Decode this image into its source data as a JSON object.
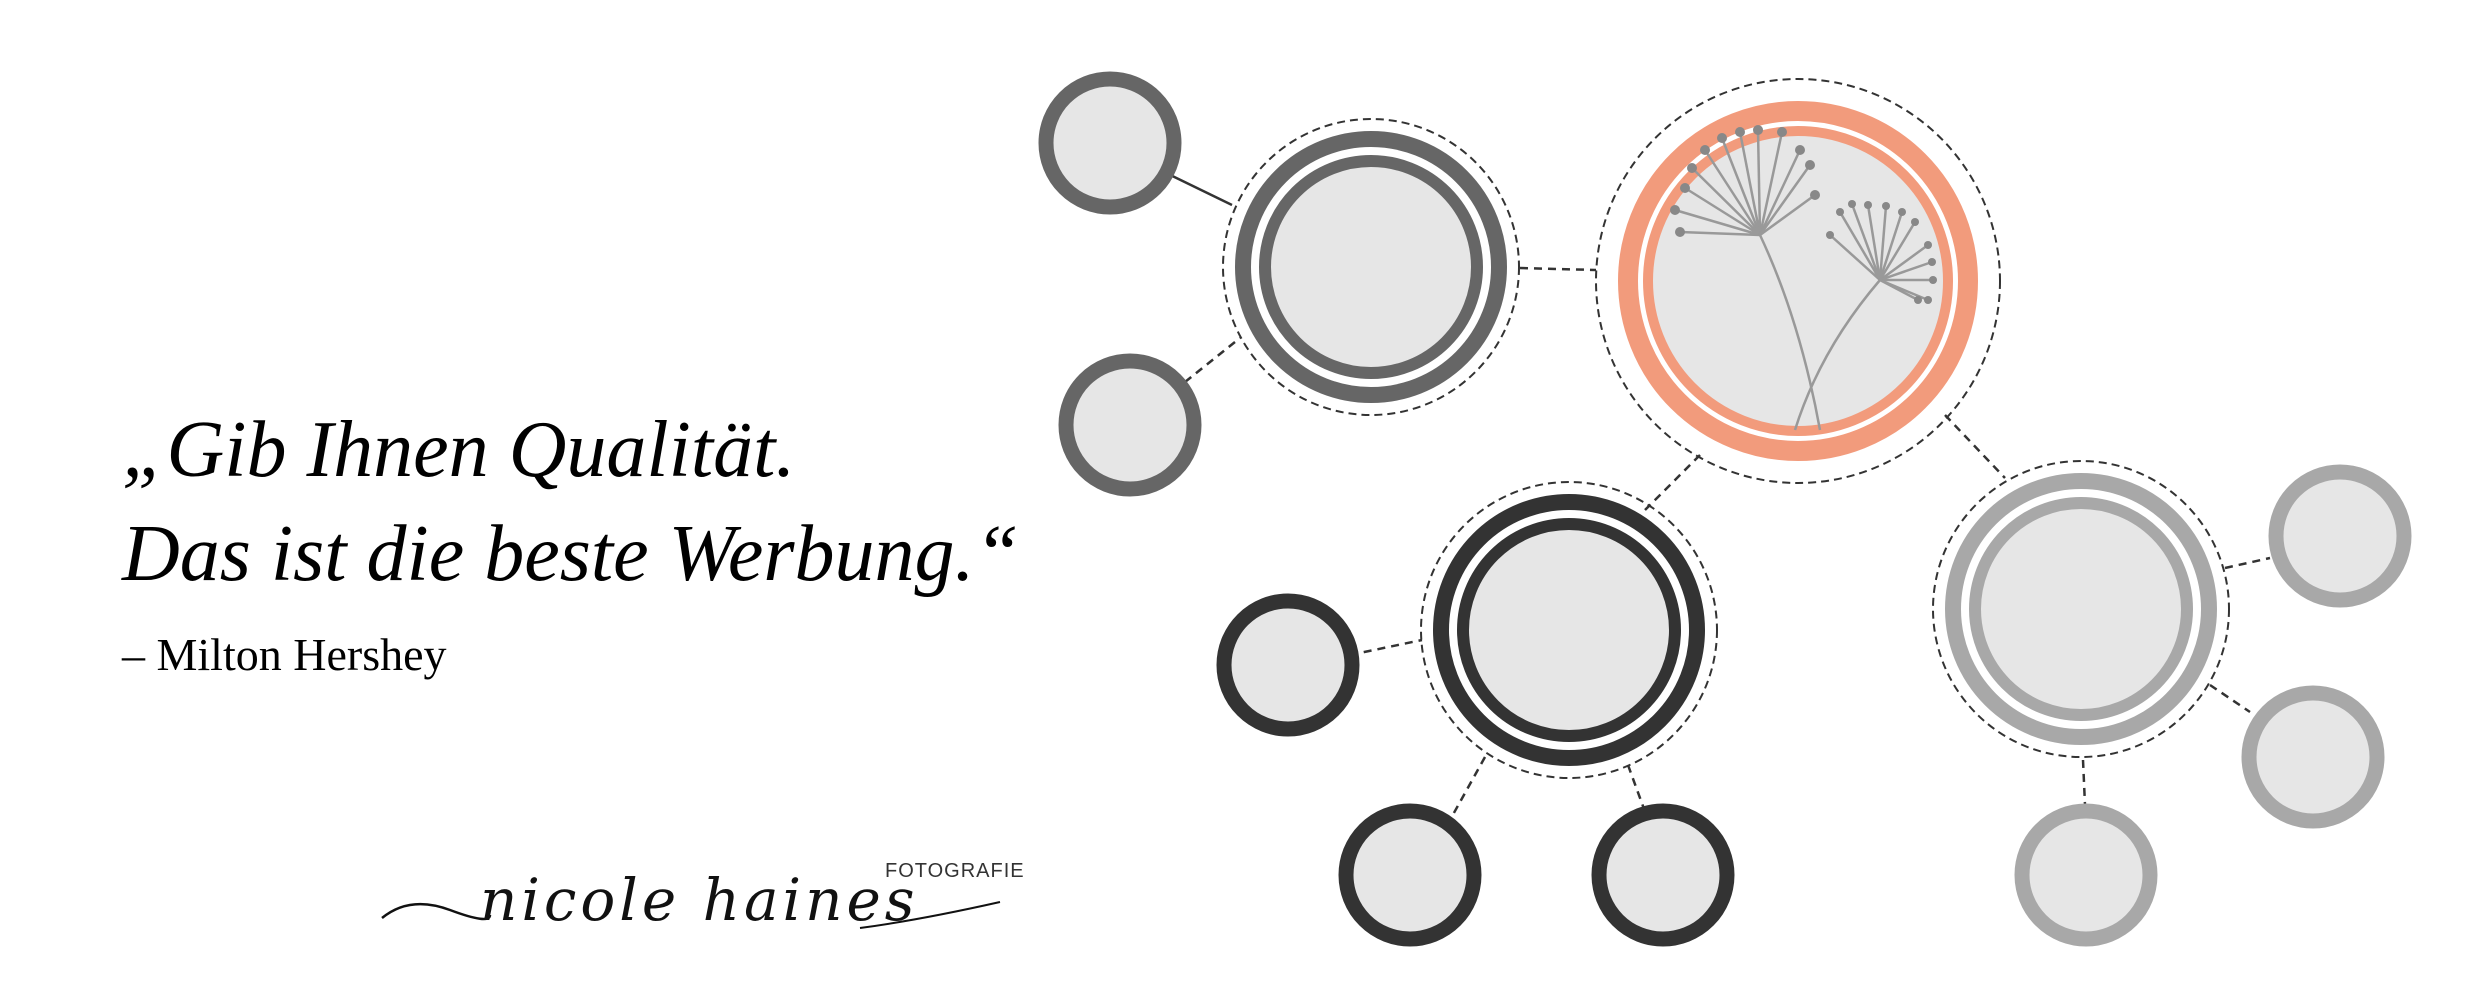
{
  "quote": {
    "line1": "„Gib Ihnen Qualität.",
    "line2": "Das ist die beste Werbung.“",
    "author": "– Milton Hershey"
  },
  "logo": {
    "name": "nicole haines",
    "subtitle": "FOTOGRAFIE"
  },
  "colors": {
    "accent": "#f29b7c",
    "mid_gray": "#666666",
    "dark_gray": "#333333",
    "light_gray": "#a8a8a8",
    "fill": "#e6e6e6"
  }
}
